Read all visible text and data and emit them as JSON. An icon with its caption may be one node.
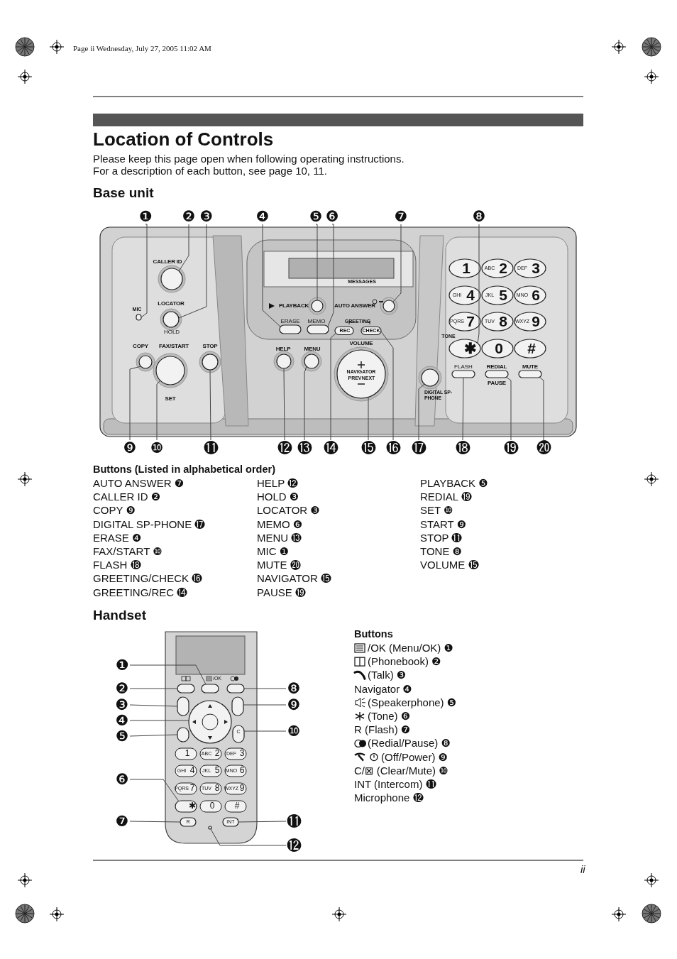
{
  "diagram": {
    "title": "Location of Controls",
    "nodes": [
      {
        "text": [
          "❶"
        ]
      },
      {
        "text": [
          "❷"
        ]
      },
      {
        "text": [
          "❸"
        ]
      },
      {
        "text": [
          "❹"
        ]
      },
      {
        "text": [
          "❺"
        ]
      },
      {
        "text": [
          "❻"
        ]
      },
      {
        "text": [
          "❼"
        ]
      },
      {
        "text": [
          "❽"
        ]
      },
      {
        "text": [
          "❾"
        ]
      },
      {
        "text": [
          "❿"
        ]
      },
      {
        "text": [
          "⓫"
        ]
      },
      {
        "text": [
          "⓬"
        ]
      },
      {
        "text": [
          "⓭"
        ]
      },
      {
        "text": [
          "⓮"
        ]
      },
      {
        "text": [
          "⓯"
        ]
      },
      {
        "text": [
          "⓰"
        ]
      },
      {
        "text": [
          "⓱"
        ]
      },
      {
        "text": [
          "⓲"
        ]
      },
      {
        "text": [
          "⓳"
        ]
      },
      {
        "text": [
          "⓴"
        ]
      },
      {
        "text": [
          "❶"
        ]
      },
      {
        "text": [
          "❷"
        ]
      },
      {
        "text": [
          "❸"
        ]
      },
      {
        "text": [
          "❹"
        ]
      },
      {
        "text": [
          "❺"
        ]
      },
      {
        "text": [
          "❻"
        ]
      },
      {
        "text": [
          "❼"
        ]
      },
      {
        "text": [
          "❽"
        ]
      },
      {
        "text": [
          "❾"
        ]
      },
      {
        "text": [
          "❿"
        ]
      },
      {
        "text": [
          "⓫"
        ]
      },
      {
        "text": [
          "⓬"
        ]
      },
      {
        "text": [],
        "shape": "box"
      },
      {
        "text": [],
        "shape": "circle"
      },
      {
        "text": [],
        "shape": "circle"
      },
      {
        "text": [],
        "shape": "box"
      },
      {
        "text": [],
        "shape": "circle"
      },
      {
        "text": [],
        "shape": "box"
      },
      {
        "text": [],
        "shape": "circle"
      },
      {
        "text": [],
        "shape": "circle"
      },
      {
        "text": [],
        "shape": "circle"
      },
      {
        "text": [],
        "shape": "circle"
      },
      {
        "text": [],
        "shape": "circle"
      },
      {
        "text": [],
        "shape": "circle"
      },
      {
        "text": [],
        "shape": "circle"
      },
      {
        "text": [],
        "shape": "box"
      },
      {
        "text": [],
        "shape": "circle"
      },
      {
        "text": [],
        "shape": "box"
      },
      {
        "text": [],
        "shape": "circle"
      },
      {
        "text": [],
        "shape": "box"
      },
      {
        "text": [],
        "shape": "box"
      },
      {
        "text": [],
        "shape": "box"
      },
      {
        "text": [],
        "shape": "box"
      },
      {
        "text": [],
        "shape": "box"
      },
      {
        "text": [],
        "shape": "box"
      },
      {
        "text": [],
        "shape": "circle"
      },
      {
        "text": [],
        "shape": "box"
      },
      {
        "text": [],
        "shape": "box"
      },
      {
        "text": [],
        "shape": "box"
      },
      {
        "text": [],
        "shape": "box"
      },
      {
        "text": [],
        "shape": "box"
      },
      {
        "text": [],
        "shape": "box"
      },
      {
        "text": [],
        "shape": "box"
      },
      {
        "text": [],
        "shape": "circle"
      }
    ],
    "edges": [
      {
        "from": 0,
        "to": 32,
        "arrow": "none"
      },
      {
        "from": 1,
        "to": 33,
        "arrow": "none"
      },
      {
        "from": 2,
        "to": 34,
        "arrow": "none"
      },
      {
        "from": 3,
        "to": 35,
        "arrow": "none"
      },
      {
        "from": 4,
        "to": 36,
        "arrow": "none"
      },
      {
        "from": 5,
        "to": 37,
        "arrow": "none"
      },
      {
        "from": 6,
        "to": 38,
        "arrow": "none"
      },
      {
        "from": 7,
        "to": 39,
        "arrow": "none"
      },
      {
        "from": 8,
        "to": 40,
        "arrow": "none"
      },
      {
        "from": 9,
        "to": 41,
        "arrow": "none"
      },
      {
        "from": 10,
        "to": 42,
        "arrow": "none"
      },
      {
        "from": 11,
        "to": 43,
        "arrow": "none"
      },
      {
        "from": 12,
        "to": 44,
        "arrow": "none"
      },
      {
        "from": 13,
        "to": 45,
        "arrow": "none"
      },
      {
        "from": 14,
        "to": 46,
        "arrow": "none"
      },
      {
        "from": 15,
        "to": 47,
        "arrow": "none"
      },
      {
        "from": 16,
        "to": 48,
        "arrow": "none"
      },
      {
        "from": 17,
        "to": 49,
        "arrow": "none"
      },
      {
        "from": 18,
        "to": 50,
        "arrow": "none"
      },
      {
        "from": 19,
        "to": 51,
        "arrow": "none"
      },
      {
        "from": 20,
        "to": 52,
        "arrow": "none"
      },
      {
        "from": 21,
        "to": 53,
        "arrow": "none"
      },
      {
        "from": 22,
        "to": 54,
        "arrow": "none"
      },
      {
        "from": 23,
        "to": 55,
        "arrow": "none"
      },
      {
        "from": 24,
        "to": 56,
        "arrow": "none"
      },
      {
        "from": 25,
        "to": 57,
        "arrow": "none"
      },
      {
        "from": 26,
        "to": 58,
        "arrow": "none"
      },
      {
        "from": 27,
        "to": 59,
        "arrow": "none"
      },
      {
        "from": 28,
        "to": 60,
        "arrow": "none"
      },
      {
        "from": 29,
        "to": 61,
        "arrow": "none"
      },
      {
        "from": 30,
        "to": 62,
        "arrow": "none"
      },
      {
        "from": 31,
        "to": 63,
        "arrow": "none"
      }
    ],
    "labels": [
      "Page ii  Wednesday, July 27, 2005  11:02 AM",
      "Please keep this page open when following operating instructions.",
      "For a description of each button, see page 10, 11.",
      "Base unit",
      "CALLER ID",
      "MIC",
      "LOCATOR",
      "HOLD",
      "COPY",
      "FAX/START",
      "SET",
      "STOP",
      "PLAYBACK",
      "MESSAGES",
      "AUTO ANSWER",
      "ERASE",
      "MEMO",
      "GREETING",
      "REC",
      "CHECK",
      "HELP",
      "MENU",
      "VOLUME",
      "NAVIGATOR",
      "PREV",
      "NEXT",
      "DIGITAL SP-PHONE",
      "TONE",
      "FLASH",
      "REDIAL",
      "PAUSE",
      "MUTE",
      "1",
      "ABC",
      "2",
      "DEF",
      "3",
      "GHI",
      "4",
      "JKL",
      "5",
      "MNO",
      "6",
      "PQRS",
      "7",
      "TUV",
      "8",
      "WXYZ",
      "9",
      "✱",
      "0",
      "#",
      "Buttons (Listed in alphabetical order)",
      "AUTO ANSWER ❼",
      "CALLER ID ❷",
      "COPY ❾",
      "DIGITAL SP-PHONE ⓱",
      "ERASE ❹",
      "FAX/START ❿",
      "FLASH ⓲",
      "GREETING/CHECK ⓰",
      "GREETING/REC ⓮",
      "HELP ⓬",
      "HOLD ❸",
      "LOCATOR ❸",
      "MEMO ❻",
      "MENU ⓭",
      "MIC ❶",
      "MUTE ⓴",
      "NAVIGATOR ⓯",
      "PAUSE ⓳",
      "PLAYBACK ❺",
      "REDIAL ⓳",
      "SET ❿",
      "START ❾",
      "STOP ⓫",
      "TONE ❽",
      "VOLUME ⓯",
      "Handset",
      "/OK",
      "1",
      "ABC",
      "2",
      "DEF",
      "3",
      "GHI",
      "4",
      "JKL",
      "5",
      "MNO",
      "6",
      "PQRS",
      "7",
      "TUV",
      "8",
      "WXYZ",
      "9",
      "✱",
      "0",
      "#",
      "R",
      "INT",
      "C",
      "Buttons",
      "/OK (Menu/OK) ❶",
      "(Phonebook) ❷",
      "(Talk) ❸",
      "Navigator ❹",
      "(Speakerphone) ❺",
      "(Tone) ❻",
      "R (Flash) ❼",
      "(Redial/Pause) ❽",
      "(Off/Power) ❾",
      "C/⊠ (Clear/Mute) ❿",
      "INT (Intercom) ⓫",
      "Microphone ⓬",
      "ii"
    ]
  }
}
